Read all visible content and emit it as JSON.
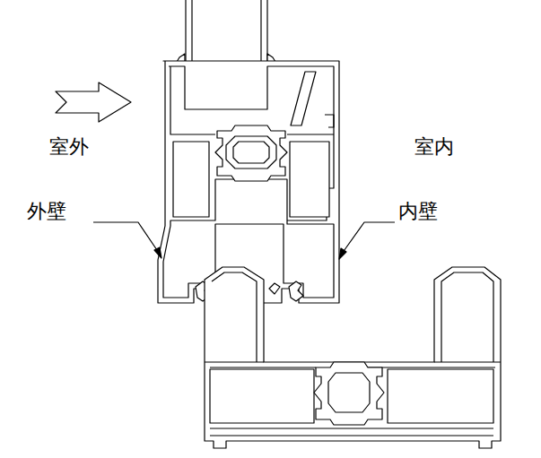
{
  "diagram": {
    "labels": [
      "室外",
      "室内",
      "外壁",
      "内壁"
    ]
  }
}
